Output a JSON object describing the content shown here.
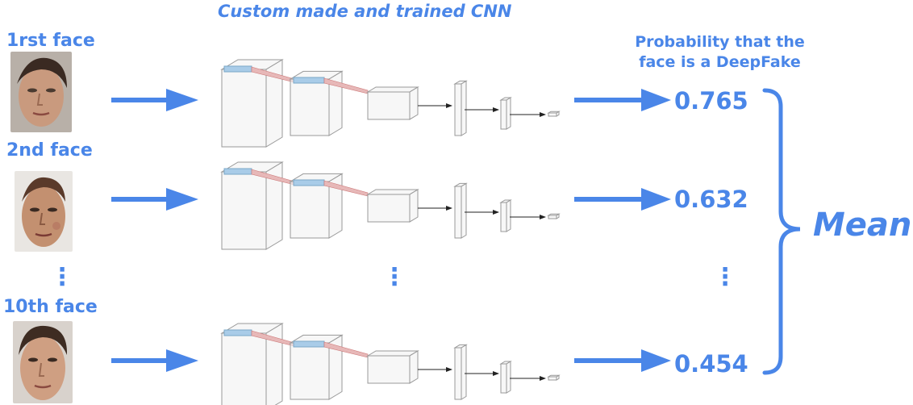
{
  "title": "Custom made and trained CNN",
  "output_header": "Probability that the\nface is a DeepFake",
  "rows": [
    {
      "label": "1rst face",
      "probability": "0.765"
    },
    {
      "label": "2nd face",
      "probability": "0.632"
    },
    {
      "label": "10th face",
      "probability": "0.454"
    }
  ],
  "aggregate_label": "Mean",
  "ellipsis": "⋮",
  "colors": {
    "accent": "#4a86e8",
    "skin": "#c99a7e",
    "hair": "#3a2a22",
    "kernel": "#a9cce8"
  }
}
